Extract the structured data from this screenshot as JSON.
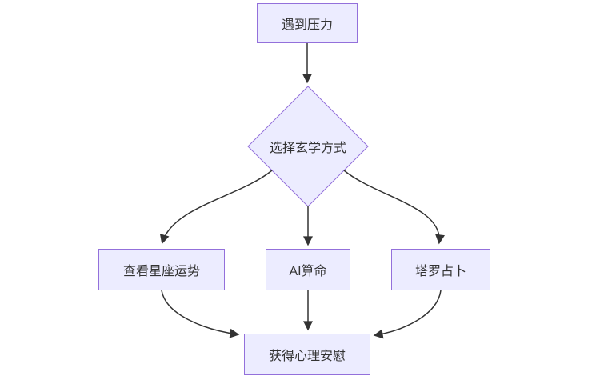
{
  "diagram": {
    "type": "flowchart",
    "direction": "top-down",
    "nodes": [
      {
        "id": "A",
        "shape": "rect",
        "label": "遇到压力"
      },
      {
        "id": "B",
        "shape": "diamond",
        "label": "选择玄学方式"
      },
      {
        "id": "C",
        "shape": "rect",
        "label": "查看星座运势"
      },
      {
        "id": "D",
        "shape": "rect",
        "label": "AI算命"
      },
      {
        "id": "E",
        "shape": "rect",
        "label": "塔罗占卜"
      },
      {
        "id": "F",
        "shape": "rect",
        "label": "获得心理安慰"
      }
    ],
    "edges": [
      {
        "from": "A",
        "to": "B"
      },
      {
        "from": "B",
        "to": "C"
      },
      {
        "from": "B",
        "to": "D"
      },
      {
        "from": "B",
        "to": "E"
      },
      {
        "from": "C",
        "to": "F"
      },
      {
        "from": "D",
        "to": "F"
      },
      {
        "from": "E",
        "to": "F"
      }
    ],
    "colors": {
      "node_fill": "#ECECFF",
      "node_border": "#9370DB",
      "edge": "#333333",
      "text": "#333333",
      "background": "#ffffff"
    }
  }
}
